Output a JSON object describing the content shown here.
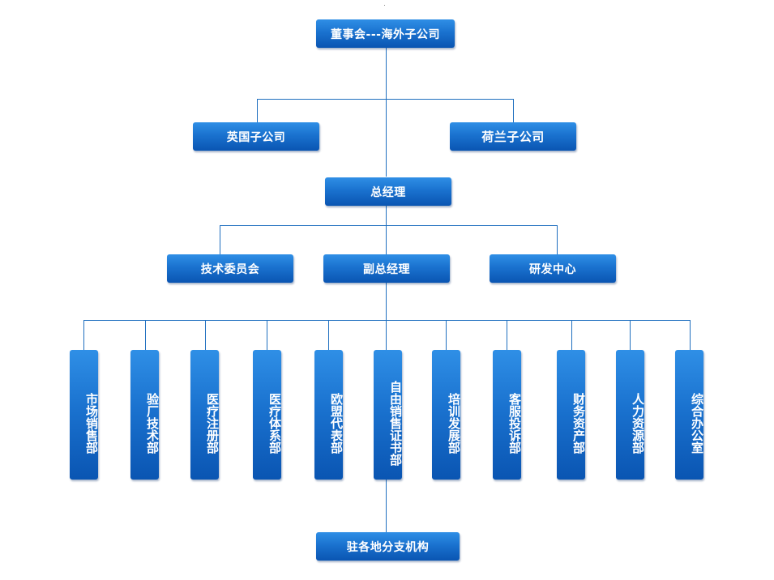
{
  "org": {
    "board": "董事会---海外子公司",
    "uk_subsidiary": "英国子公司",
    "nl_subsidiary": "荷兰子公司",
    "general_manager": "总经理",
    "tech_committee": "技术委员会",
    "deputy_gm": "副总经理",
    "rd_center": "研发中心",
    "departments": [
      "市场销售部",
      "验厂技术部",
      "医疗注册部",
      "医疗体系部",
      "欧盟代表部",
      "自由销售证书部",
      "培训发展部",
      "客服投诉部",
      "财务资产部",
      "人力资源部",
      "综合办公室"
    ],
    "branches": "驻各地分支机构"
  },
  "colors": {
    "box_top": "#2f8fe6",
    "box_bottom": "#0a55b2",
    "connector": "#1f6fbf",
    "text": "#ffffff"
  }
}
